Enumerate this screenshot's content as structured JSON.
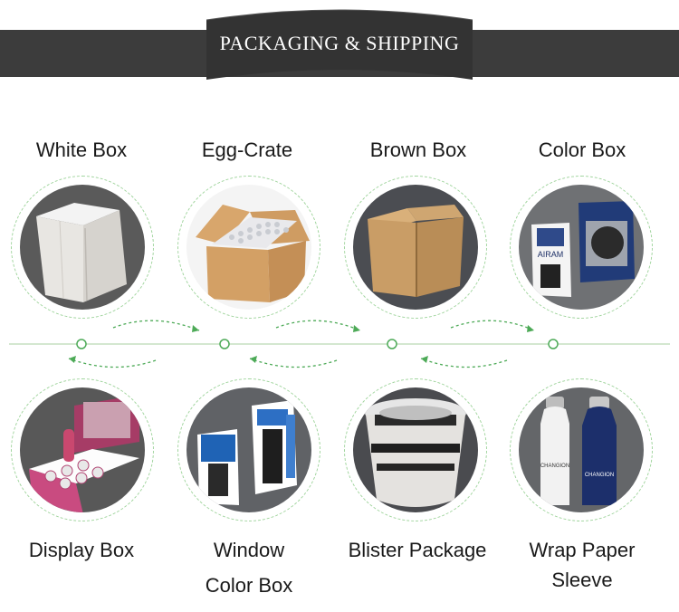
{
  "banner": {
    "title": "PACKAGING & SHIPPING"
  },
  "items": [
    {
      "label": "White Box"
    },
    {
      "label": "Egg-Crate"
    },
    {
      "label": "Brown Box"
    },
    {
      "label": "Color Box"
    },
    {
      "label_line1": "Display Box"
    },
    {
      "label_line1": "Window",
      "label_line2": "Color Box"
    },
    {
      "label_line1": "Blister Package"
    },
    {
      "label_line1": "Wrap Paper",
      "label_line2": "Sleeve"
    }
  ],
  "photo_text": {
    "color_box_brand": "AIRAM",
    "wrap_brand": "CHANGION"
  },
  "colors": {
    "banner": "#3c3c3c",
    "accent_green": "#4daa57",
    "circle_border": "#9fd49c"
  }
}
